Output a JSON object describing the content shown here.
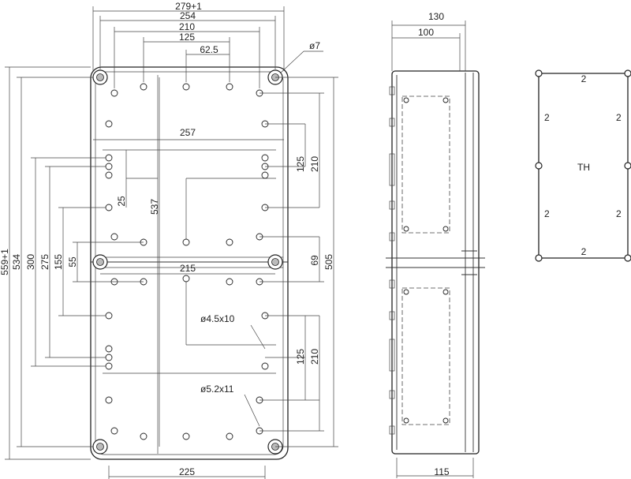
{
  "front_view": {
    "top_dims": [
      "279+1",
      "254",
      "210",
      "125",
      "62.5"
    ],
    "left_dims": [
      "559+1",
      "534",
      "300",
      "275",
      "155",
      "55"
    ],
    "inner_dims": [
      "257",
      "537",
      "25",
      "215"
    ],
    "right_dims": [
      "125",
      "210",
      "69",
      "505",
      "125",
      "210"
    ],
    "bottom_dims": [
      "225"
    ],
    "callouts": [
      "ø7",
      "ø4.5x10",
      "ø5.2x11"
    ]
  },
  "side_view": {
    "top_dims": [
      "130",
      "100"
    ],
    "bottom_dims": [
      "115"
    ]
  },
  "th_view": {
    "center_label": "TH",
    "edge_labels": [
      "2",
      "2",
      "2",
      "2",
      "2",
      "2"
    ]
  }
}
